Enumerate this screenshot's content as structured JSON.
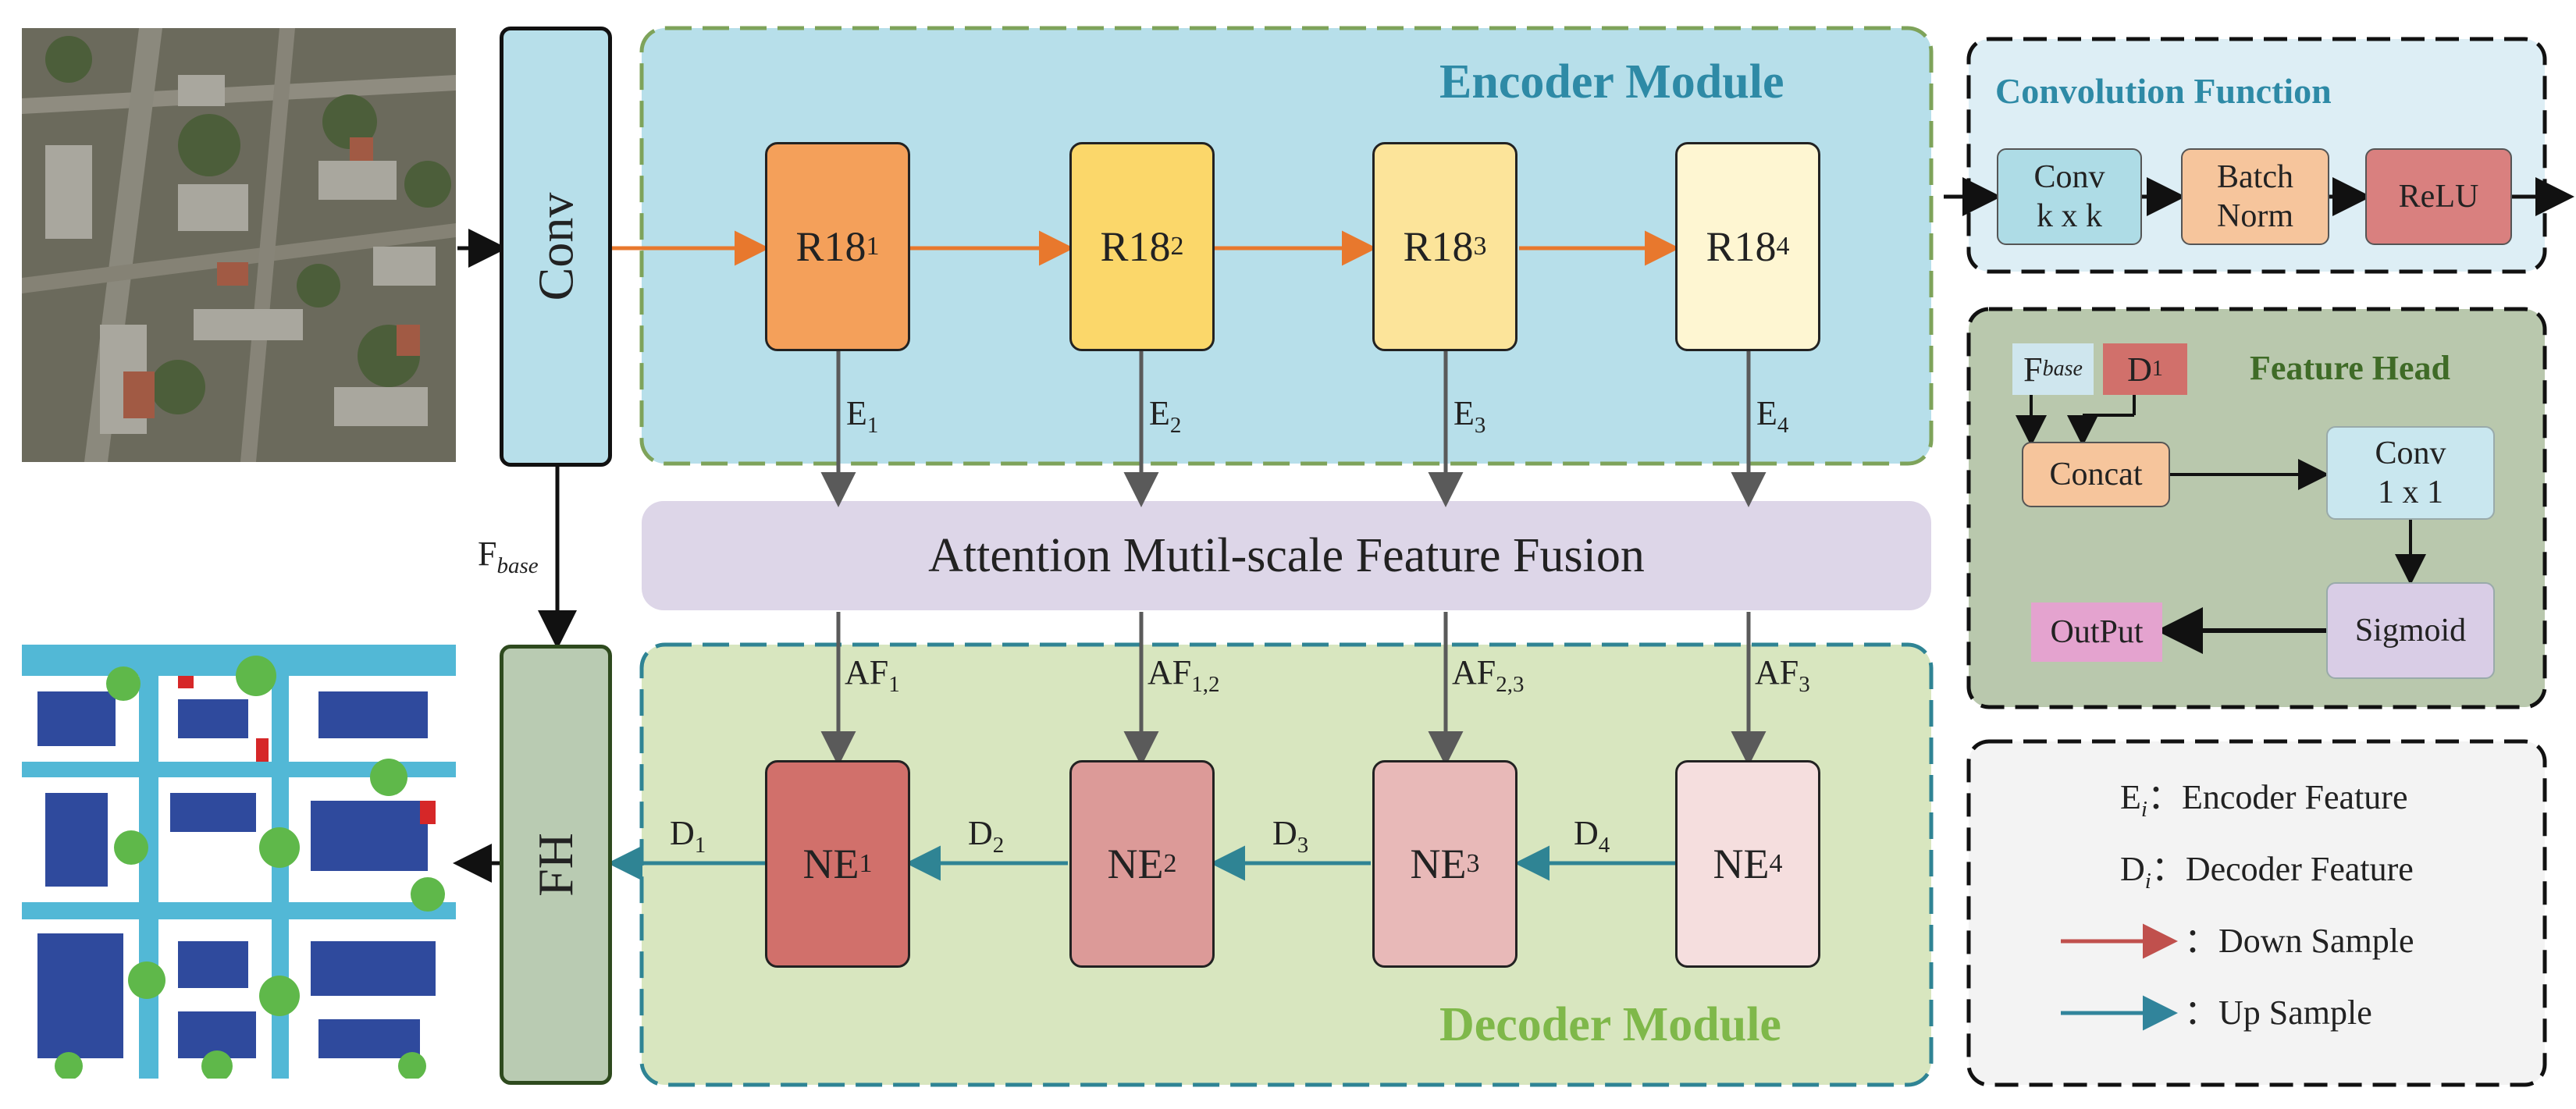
{
  "images": {
    "input_name": "aerial-input-image",
    "output_name": "segmentation-output-map"
  },
  "left_column": {
    "conv_label": "Conv",
    "fh_label": "FH",
    "fbase_main": "F",
    "fbase_sub": "base"
  },
  "encoder": {
    "title": "Encoder Module",
    "blocks": [
      {
        "main": "R18",
        "sub": "1",
        "color": "#f4a05a"
      },
      {
        "main": "R18",
        "sub": "2",
        "color": "#fbd76a"
      },
      {
        "main": "R18",
        "sub": "3",
        "color": "#fce49a"
      },
      {
        "main": "R18",
        "sub": "4",
        "color": "#fef6d2"
      }
    ],
    "features": [
      {
        "main": "E",
        "sub": "1"
      },
      {
        "main": "E",
        "sub": "2"
      },
      {
        "main": "E",
        "sub": "3"
      },
      {
        "main": "E",
        "sub": "4"
      }
    ]
  },
  "fusion": {
    "label": "Attention Mutil-scale Feature Fusion"
  },
  "decoder": {
    "title": "Decoder Module",
    "blocks": [
      {
        "main": "NE",
        "sub": "1",
        "color": "#d1706b"
      },
      {
        "main": "NE",
        "sub": "2",
        "color": "#dc9a98"
      },
      {
        "main": "NE",
        "sub": "3",
        "color": "#e8b9b8"
      },
      {
        "main": "NE",
        "sub": "4",
        "color": "#f5dede"
      }
    ],
    "attention_features": [
      {
        "main": "AF",
        "sub": "1"
      },
      {
        "main": "AF",
        "sub": "1,2"
      },
      {
        "main": "AF",
        "sub": "2,3"
      },
      {
        "main": "AF",
        "sub": "3"
      }
    ],
    "decoder_features": [
      {
        "main": "D",
        "sub": "1"
      },
      {
        "main": "D",
        "sub": "2"
      },
      {
        "main": "D",
        "sub": "3"
      },
      {
        "main": "D",
        "sub": "4"
      }
    ]
  },
  "convolution_function": {
    "title": "Convolution Function",
    "steps": [
      {
        "line1": "Conv",
        "line2": "k x k",
        "color": "#aedce6"
      },
      {
        "line1": "Batch",
        "line2": "Norm",
        "color": "#f6c59c"
      },
      {
        "line1": "ReLU",
        "line2": "",
        "color": "#d9807f"
      }
    ]
  },
  "feature_head": {
    "title": "Feature Head",
    "fbase_main": "F",
    "fbase_sub": "base",
    "d1_main": "D",
    "d1_sub": "1",
    "concat": "Concat",
    "conv_line1": "Conv",
    "conv_line2": "1 x 1",
    "sigmoid": "Sigmoid",
    "output": "OutPut"
  },
  "legend": {
    "encoder_main": "E",
    "encoder_sub": "i",
    "encoder_text": "：Encoder Feature",
    "decoder_main": "D",
    "decoder_sub": "i",
    "decoder_text": "：Decoder Feature",
    "down_text": "：Down Sample",
    "up_text": "：Up Sample",
    "down_color": "#c0504d",
    "up_color": "#31849b"
  },
  "colors": {
    "encoder_bg": "#b7dfea",
    "decoder_bg": "#d8e6bf",
    "encoder_title": "#2e8aa6",
    "decoder_title": "#7fb84a",
    "fusion_bg": "#ddd6e8",
    "encoder_arrow": "#e8782d",
    "decoder_arrow": "#2f8494"
  }
}
